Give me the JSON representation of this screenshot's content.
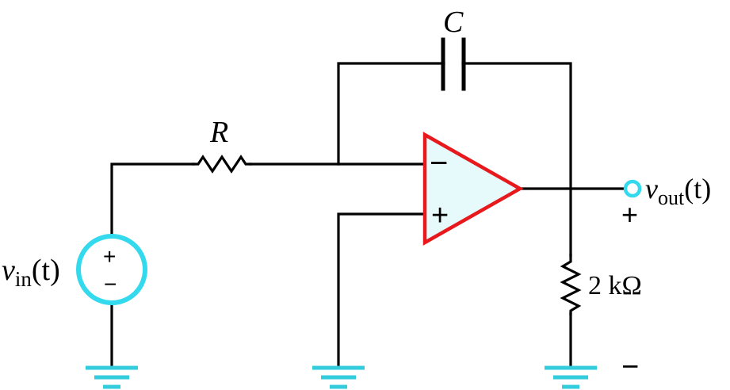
{
  "colors": {
    "wire": "#000000",
    "opamp_stroke": "#e8191c",
    "opamp_fill": "#e6f9fb",
    "source_ring": "#33d9ec",
    "ground": "#33ccdd",
    "terminal": "#33d9ec"
  },
  "labels": {
    "capacitor": "C",
    "resistor": "R",
    "load_resistor": "2 kΩ",
    "vin_v": "v",
    "vin_sub": "in",
    "vin_arg": "(t)",
    "vout_v": "v",
    "vout_sub": "out",
    "vout_arg": "(t)",
    "opamp_minus": "−",
    "opamp_plus": "+",
    "source_plus": "+",
    "source_minus": "−",
    "output_plus": "+",
    "output_minus": "−"
  },
  "icons": {
    "ground": "ground-symbol-icon",
    "source": "voltage-source-icon",
    "terminal": "open-terminal-icon"
  }
}
